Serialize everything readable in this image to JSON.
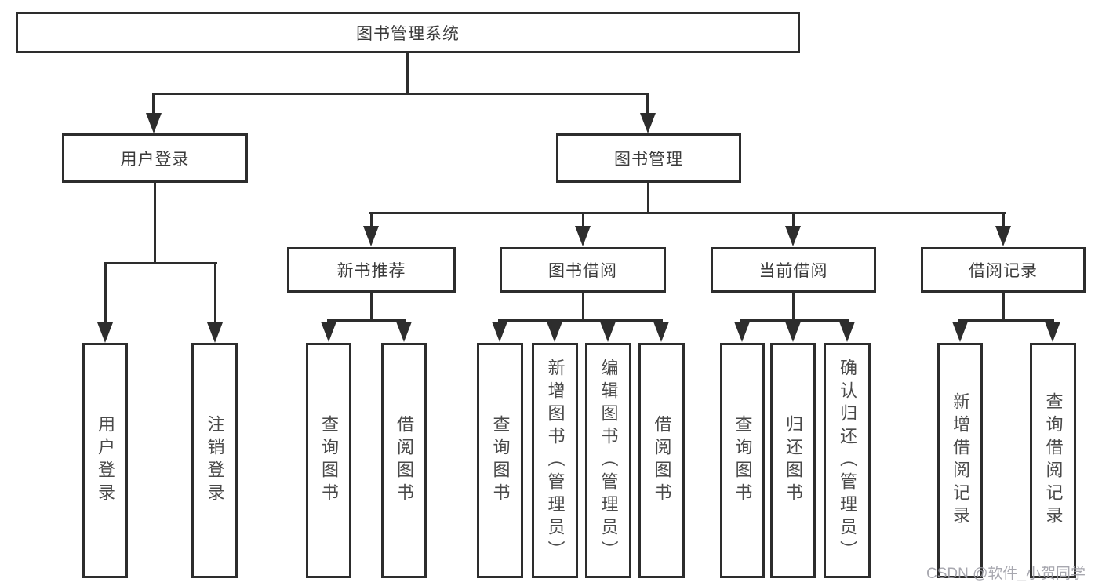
{
  "diagram": {
    "root": {
      "label": "图书管理系统"
    },
    "branches": [
      {
        "label": "用户登录",
        "leaves": [
          {
            "label": "用户登录"
          },
          {
            "label": "注销登录"
          }
        ]
      },
      {
        "label": "图书管理",
        "sections": [
          {
            "label": "新书推荐",
            "leaves": [
              {
                "label": "查询图书"
              },
              {
                "label": "借阅图书"
              }
            ]
          },
          {
            "label": "图书借阅",
            "leaves": [
              {
                "label": "查询图书"
              },
              {
                "label": "新增图书（管理员）"
              },
              {
                "label": "编辑图书（管理员）"
              },
              {
                "label": "借阅图书"
              }
            ]
          },
          {
            "label": "当前借阅",
            "leaves": [
              {
                "label": "查询图书"
              },
              {
                "label": "归还图书"
              },
              {
                "label": "确认归还（管理员）"
              }
            ]
          },
          {
            "label": "借阅记录",
            "leaves": [
              {
                "label": "新增借阅记录"
              },
              {
                "label": "查询借阅记录"
              }
            ]
          }
        ]
      }
    ]
  },
  "watermark": {
    "text": "CSDN @软件_小贺同学"
  },
  "colors": {
    "line": "#2d2d2d",
    "box_border": "#2d2d2d",
    "box_background": "#ffffff",
    "text": "#3a3a3a",
    "watermark": "#9c9ca4"
  }
}
